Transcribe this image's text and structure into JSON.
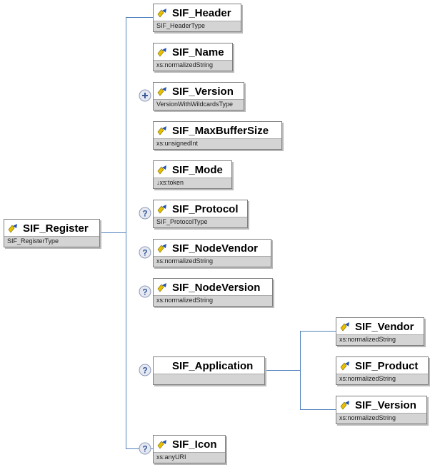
{
  "root": {
    "name": "SIF_Register",
    "type": "SIF_RegisterType"
  },
  "children": [
    {
      "key": "header",
      "name": "SIF_Header",
      "type": "SIF_HeaderType",
      "badge": ""
    },
    {
      "key": "name",
      "name": "SIF_Name",
      "type": "xs:normalizedString",
      "badge": ""
    },
    {
      "key": "version",
      "name": "SIF_Version",
      "type": "VersionWithWildcardsType",
      "badge": "plus"
    },
    {
      "key": "maxbuffer",
      "name": "SIF_MaxBufferSize",
      "type": "xs:unsignedInt",
      "badge": ""
    },
    {
      "key": "mode",
      "name": "SIF_Mode",
      "type": "↓xs:token",
      "badge": ""
    },
    {
      "key": "protocol",
      "name": "SIF_Protocol",
      "type": "SIF_ProtocolType",
      "badge": "optional"
    },
    {
      "key": "nodevendor",
      "name": "SIF_NodeVendor",
      "type": "xs:normalizedString",
      "badge": "optional"
    },
    {
      "key": "nodeversion",
      "name": "SIF_NodeVersion",
      "type": "xs:normalizedString",
      "badge": "optional"
    },
    {
      "key": "application",
      "name": "SIF_Application",
      "type": "",
      "badge": "optional"
    },
    {
      "key": "icon",
      "name": "SIF_Icon",
      "type": "xs:anyURI",
      "badge": "optional"
    }
  ],
  "application_children": [
    {
      "key": "vendor",
      "name": "SIF_Vendor",
      "type": "xs:normalizedString"
    },
    {
      "key": "product",
      "name": "SIF_Product",
      "type": "xs:normalizedString"
    },
    {
      "key": "appversion",
      "name": "SIF_Version",
      "type": "xs:normalizedString"
    }
  ],
  "colors": {
    "connector": "#4f81bd",
    "badge_fill": "#e6e9f2",
    "badge_glyph": "#3a5a99",
    "type_bar": "#d4d4d4"
  },
  "icons": {
    "element": "element-icon",
    "optional": "question-icon",
    "expand": "plus-icon"
  }
}
